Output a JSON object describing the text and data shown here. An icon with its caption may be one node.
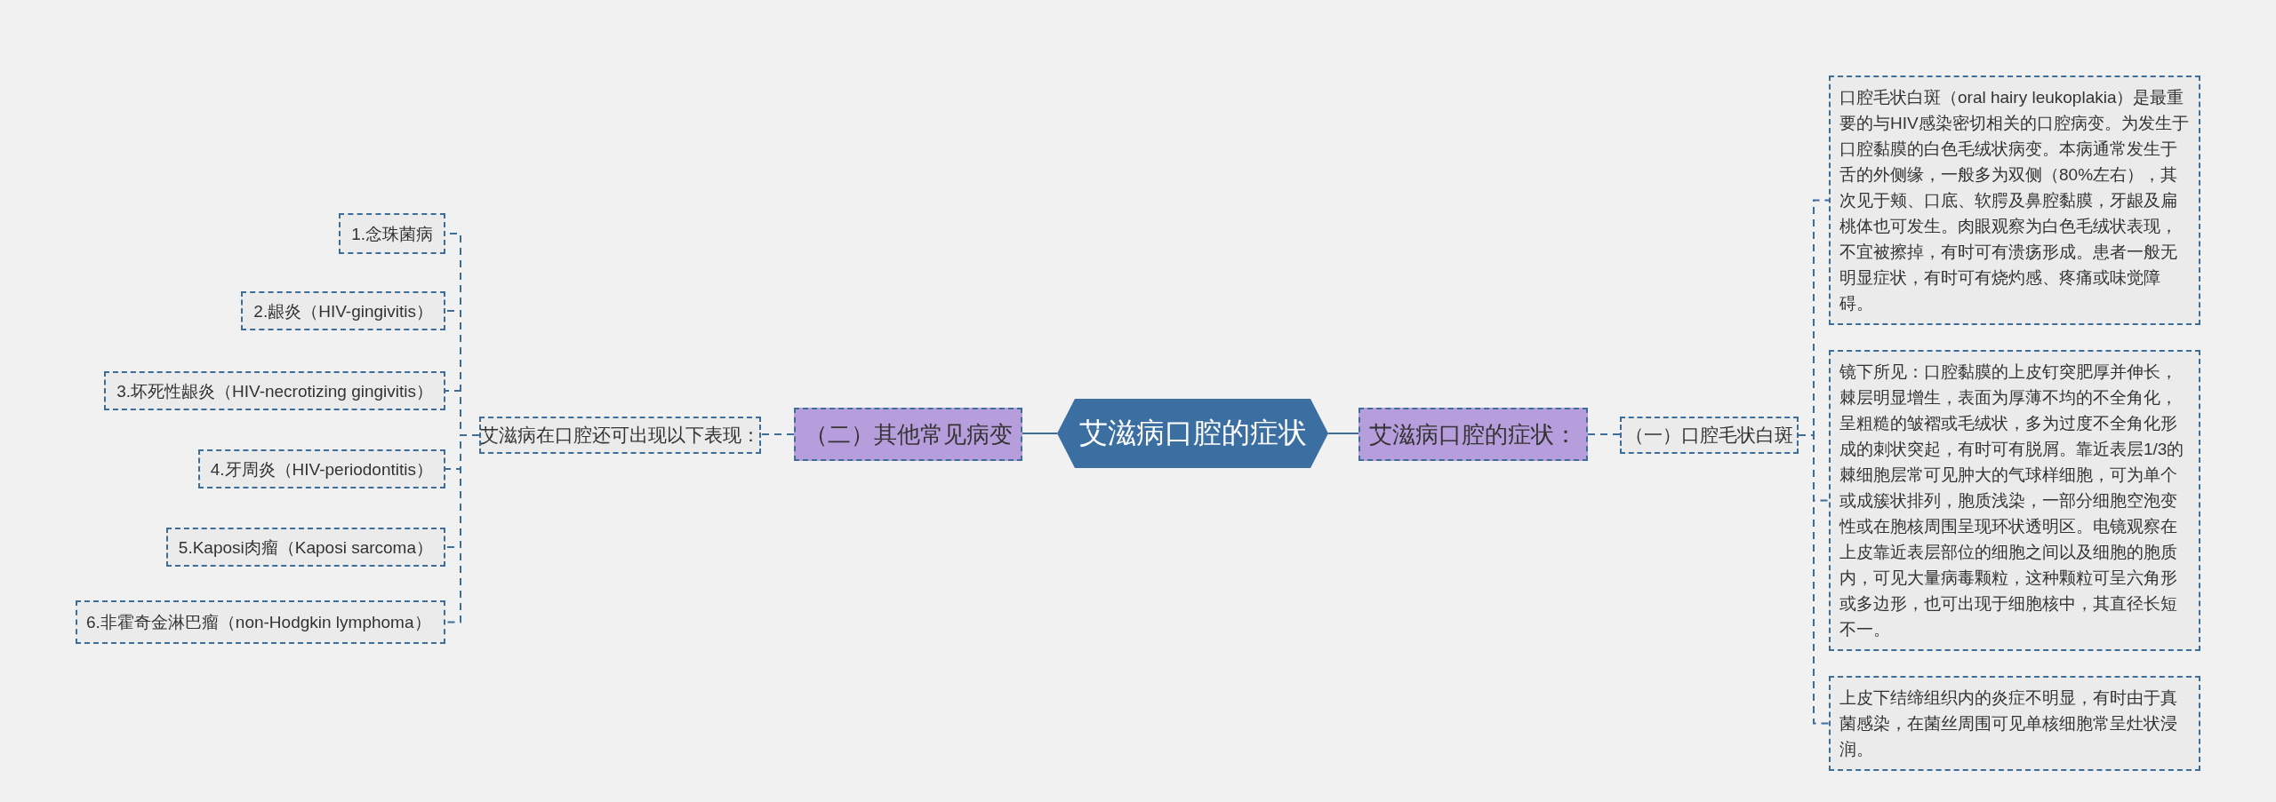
{
  "diagram": {
    "nodes": [
      {
        "text": [
          "艾滋病口腔的症状"
        ]
      },
      {
        "text": [
          "艾滋病口腔的症状："
        ]
      },
      {
        "text": [
          "（一）口腔毛状白斑"
        ]
      },
      {
        "text": [
          "口腔毛状白斑（oral hairy leukoplakia）是最重要的与HIV感染密切相关的口腔病变。为发生于口腔黏膜的白色毛绒状病变。本病通常发生于舌的外侧缘，一般多为双侧（80%左右），其次见于颊、口底、软腭及鼻腔黏膜，牙龈及扁桃体也可发生。肉眼观察为白色毛绒状表现，不宜被擦掉，有时可有溃疡形成。患者一般无明显症状，有时可有烧灼感、疼痛或味觉障碍。"
        ]
      },
      {
        "text": [
          "镜下所见：口腔黏膜的上皮钉突肥厚并伸长，棘层明显增生，表面为厚薄不均的不全角化，呈粗糙的皱褶或毛绒状，多为过度不全角化形成的刺状突起，有时可有脱屑。靠近表层1/3的棘细胞层常可见肿大的气球样细胞，可为单个或成簇状排列，胞质浅染，一部分细胞空泡变性或在胞核周围呈现环状透明区。电镜观察在上皮靠近表层部位的细胞之间以及细胞的胞质内，可见大量病毒颗粒，这种颗粒可呈六角形或多边形，也可出现于细胞核中，其直径长短不一。"
        ]
      },
      {
        "text": [
          "上皮下结缔组织内的炎症不明显，有时由于真菌感染，在菌丝周围可见单核细胞常呈灶状浸润。"
        ]
      },
      {
        "text": [
          "（二）其他常见病变"
        ]
      },
      {
        "text": [
          "艾滋病在口腔还可出现以下表现："
        ]
      },
      {
        "text": [
          "1.念珠菌病"
        ]
      },
      {
        "text": [
          "2.龈炎（HIV-gingivitis）"
        ]
      },
      {
        "text": [
          "3.坏死性龈炎（HIV-necrotizing gingivitis）"
        ]
      },
      {
        "text": [
          "4.牙周炎（HIV-periodontitis）"
        ]
      },
      {
        "text": [
          "5.Kaposi肉瘤（Kaposi sarcoma）"
        ]
      },
      {
        "text": [
          "6.非霍奇金淋巴瘤（non-Hodgkin lymphoma）"
        ]
      }
    ],
    "edges": [
      {
        "from": 0,
        "to": 1,
        "arrow": "none"
      },
      {
        "from": 1,
        "to": 2,
        "arrow": "none",
        "style": "dashed"
      },
      {
        "from": 2,
        "to": 3,
        "arrow": "none",
        "style": "dashed"
      },
      {
        "from": 2,
        "to": 4,
        "arrow": "none",
        "style": "dashed"
      },
      {
        "from": 2,
        "to": 5,
        "arrow": "none",
        "style": "dashed"
      },
      {
        "from": 0,
        "to": 6,
        "arrow": "none"
      },
      {
        "from": 6,
        "to": 7,
        "arrow": "none",
        "style": "dashed"
      },
      {
        "from": 7,
        "to": 8,
        "arrow": "none",
        "style": "dashed"
      },
      {
        "from": 7,
        "to": 9,
        "arrow": "none",
        "style": "dashed"
      },
      {
        "from": 7,
        "to": 10,
        "arrow": "none",
        "style": "dashed"
      },
      {
        "from": 7,
        "to": 11,
        "arrow": "none",
        "style": "dashed"
      },
      {
        "from": 7,
        "to": 12,
        "arrow": "none",
        "style": "dashed"
      },
      {
        "from": 7,
        "to": 13,
        "arrow": "none",
        "style": "dashed"
      }
    ]
  }
}
